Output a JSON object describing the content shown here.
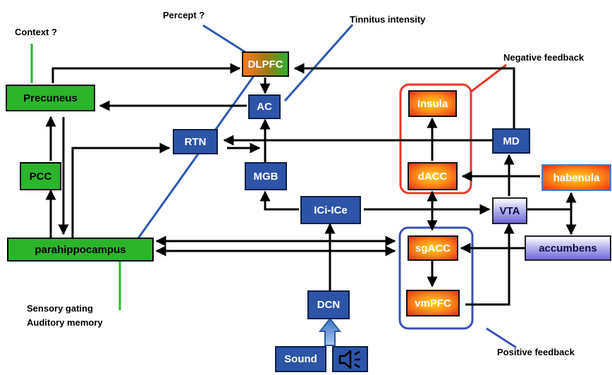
{
  "nodes": {
    "dlpfc": "DLPFC",
    "precuneus": "Precuneus",
    "ac": "AC",
    "rtn": "RTN",
    "pcc": "PCC",
    "mgb": "MGB",
    "ici": "ICi-ICe",
    "parahippocampus": "parahippocampus",
    "dcn": "DCN",
    "sound": "Sound",
    "insula": "Insula",
    "dacc": "dACC",
    "sgacc": "sgACC",
    "vmpfc": "vmPFC",
    "md": "MD",
    "vta": "VTA",
    "habenula": "habenula",
    "accumbens": "accumbens"
  },
  "labels": {
    "context": "Context ?",
    "percept": "Percept ?",
    "tinnitus": "Tinnitus intensity",
    "negative": "Negative feedback",
    "positive": "Positive feedback",
    "sensory_gating": "Sensory gating",
    "auditory_memory": "Auditory memory"
  },
  "icons": {
    "speaker": "speaker-icon"
  },
  "colors": {
    "green_node": "#2bb52b",
    "blue_node": "#2c55a8",
    "negative_loop": "#e8382a",
    "positive_loop": "#3b4fb8",
    "annotation_green": "#22bb22",
    "annotation_blue": "#2d57b3"
  }
}
